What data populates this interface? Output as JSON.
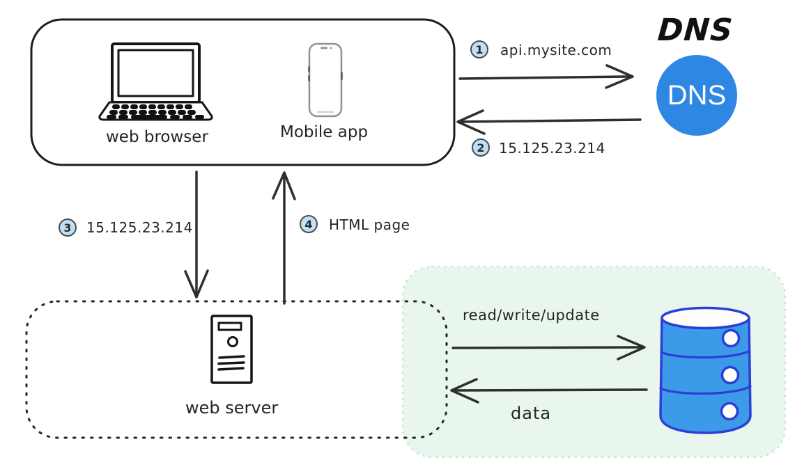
{
  "diagram": {
    "clients_group": {
      "devices": [
        {
          "name": "web browser",
          "icon": "laptop-icon"
        },
        {
          "name": "Mobile app",
          "icon": "smartphone-icon"
        }
      ]
    },
    "dns": {
      "title": "DNS",
      "node_label": "DNS",
      "node_color": "#2e87e2",
      "node_text_color": "#ffffff"
    },
    "steps": [
      {
        "number": "1",
        "label": "api.mysite.com"
      },
      {
        "number": "2",
        "label": "15.125.23.214"
      },
      {
        "number": "3",
        "label": "15.125.23.214"
      },
      {
        "number": "4",
        "label": "HTML page"
      }
    ],
    "web_server": {
      "label": "web server",
      "icon": "server-tower-icon"
    },
    "database_zone": {
      "fill": "#e9f6ee",
      "border_color": "#bce4cc",
      "database_icon": "database-icon",
      "database_fill": "#3d9ae8",
      "database_stroke": "#2b3fd6",
      "flows": [
        {
          "label": "read/write/update",
          "direction": "to-database"
        },
        {
          "label": "data",
          "direction": "from-database"
        }
      ]
    },
    "badge_style": {
      "fill": "#bfe0f7",
      "border": "#4a4a4a"
    },
    "arrow_color": "#2e2e2e"
  }
}
